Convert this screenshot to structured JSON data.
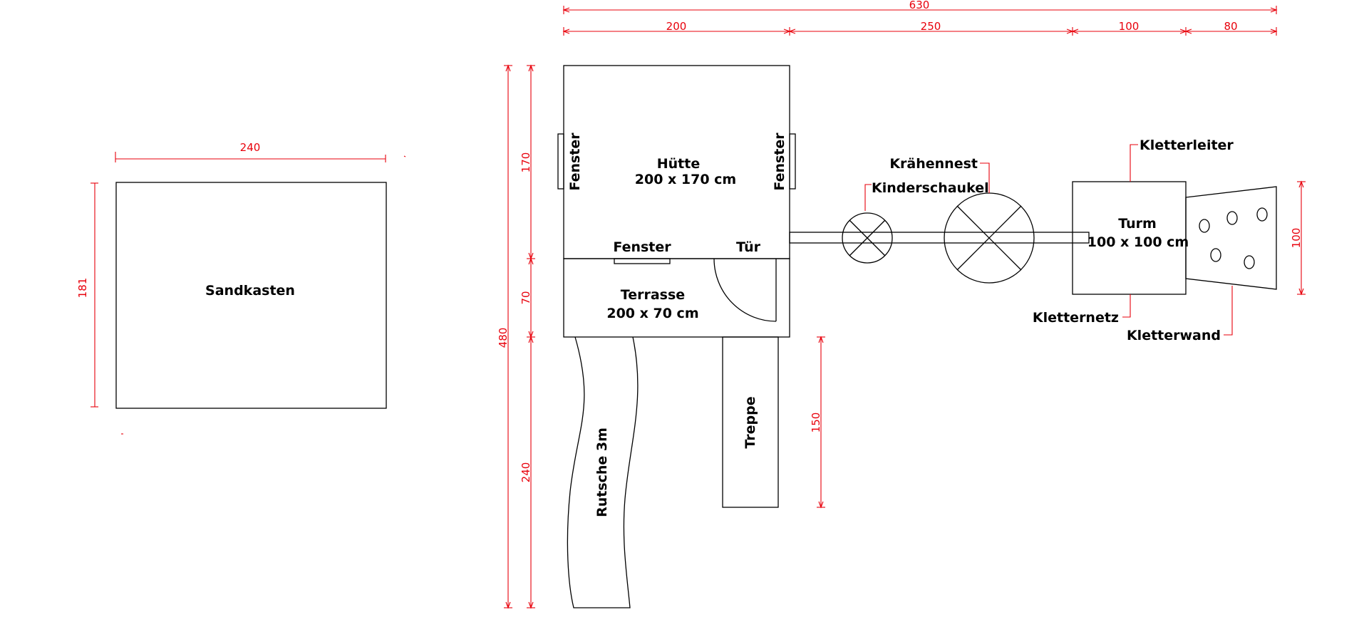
{
  "colors": {
    "dimension": "#e8000b",
    "outline": "#000000",
    "background": "#ffffff"
  },
  "dimensions": {
    "total_width": "630",
    "huette_width": "200",
    "bridge_width": "250",
    "turm_width": "100",
    "wall_width": "80",
    "total_height": "480",
    "huette_height": "170",
    "terrasse_height": "70",
    "rutsche_height": "240",
    "treppe_height": "150",
    "turm_height": "100",
    "sandkasten_width": "240",
    "sandkasten_height": "181"
  },
  "labels": {
    "sandkasten": "Sandkasten",
    "huette_name": "Hütte",
    "huette_size": "200 x 170 cm",
    "fenster_left": "Fenster",
    "fenster_right": "Fenster",
    "fenster_bottom": "Fenster",
    "tuer": "Tür",
    "terrasse_name": "Terrasse",
    "terrasse_size": "200 x 70 cm",
    "rutsche": "Rutsche 3m",
    "treppe": "Treppe",
    "kinderschaukel": "Kinderschaukel",
    "kraehennest": "Krähennest",
    "turm_name": "Turm",
    "turm_size": "100 x 100 cm",
    "kletterleiter": "Kletterleiter",
    "kletternetz": "Kletternetz",
    "kletterwand": "Kletterwand"
  }
}
